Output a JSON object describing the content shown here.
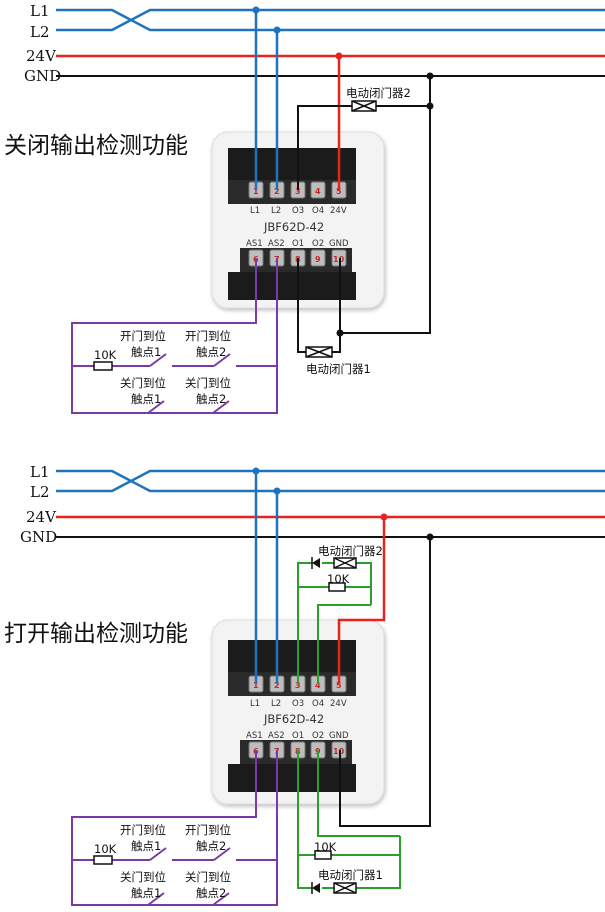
{
  "rails": [
    "L1",
    "L2",
    "24V",
    "GND"
  ],
  "colors": {
    "bus": "#1e73be",
    "power": "#e52421",
    "ground": "#111111",
    "input": "#7a3aa8",
    "output_loop": "#2aa02a"
  },
  "module": {
    "model": "JBF62D-42",
    "top_terminals": [
      "L1",
      "L2",
      "O3",
      "O4",
      "24V"
    ],
    "top_numbers": [
      "1",
      "2",
      "3",
      "4",
      "5"
    ],
    "bottom_terminals": [
      "AS1",
      "AS2",
      "O1",
      "O2",
      "GND"
    ],
    "bottom_numbers": [
      "6",
      "7",
      "8",
      "9",
      "10"
    ]
  },
  "sections": [
    {
      "title": "关闭输出检测功能",
      "closer_2": "电动闭门器2",
      "closer_1": "电动闭门器1",
      "resistor": "10K",
      "contacts": [
        [
          "开门到位",
          "触点1"
        ],
        [
          "开门到位",
          "触点2"
        ],
        [
          "关门到位",
          "触点1"
        ],
        [
          "关门到位",
          "触点2"
        ]
      ]
    },
    {
      "title": "打开输出检测功能",
      "closer_2": "电动闭门器2",
      "closer_1": "电动闭门器1",
      "resistor": "10K",
      "resistor_closer2": "10K",
      "resistor_closer1": "10K",
      "contacts": [
        [
          "开门到位",
          "触点1"
        ],
        [
          "开门到位",
          "触点2"
        ],
        [
          "关门到位",
          "触点1"
        ],
        [
          "关门到位",
          "触点2"
        ]
      ]
    }
  ]
}
